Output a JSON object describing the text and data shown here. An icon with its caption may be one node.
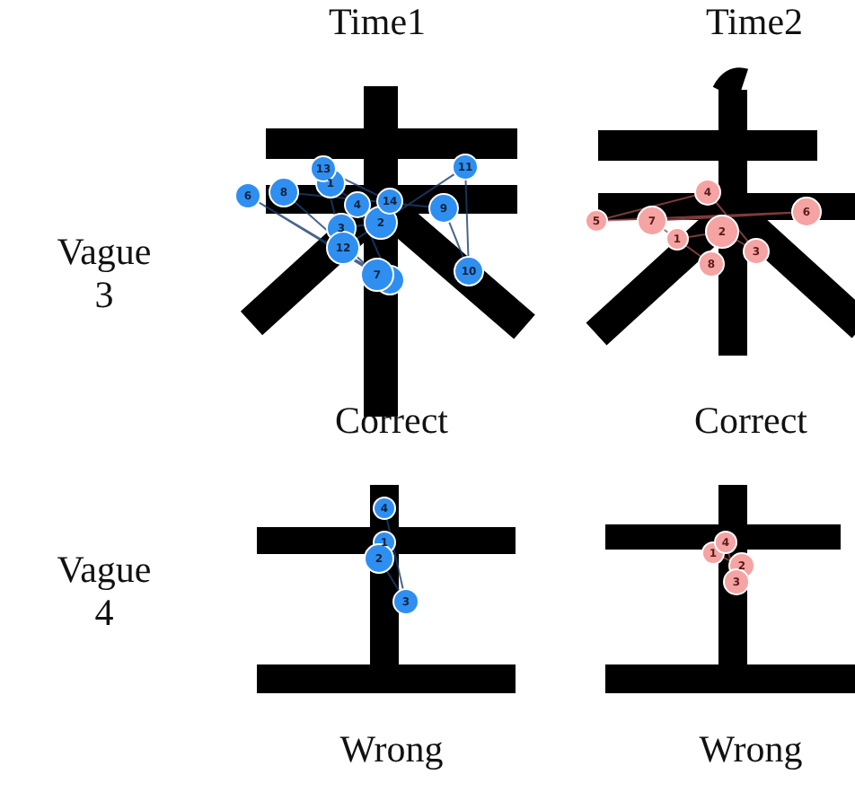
{
  "diagram": {
    "labels": [
      "Time1",
      "Time2",
      "Vague 3",
      "13",
      "1",
      "6",
      "8",
      "4",
      "14",
      "11",
      "2",
      "9",
      "3",
      "12",
      "7",
      "10",
      "4",
      "5",
      "7",
      "6",
      "2",
      "1",
      "3",
      "8",
      "Correct",
      "Correct",
      "Vague 4",
      "4",
      "1",
      "2",
      "3",
      "4",
      "1",
      "2",
      "3",
      "Wrong",
      "Wrong"
    ]
  }
}
